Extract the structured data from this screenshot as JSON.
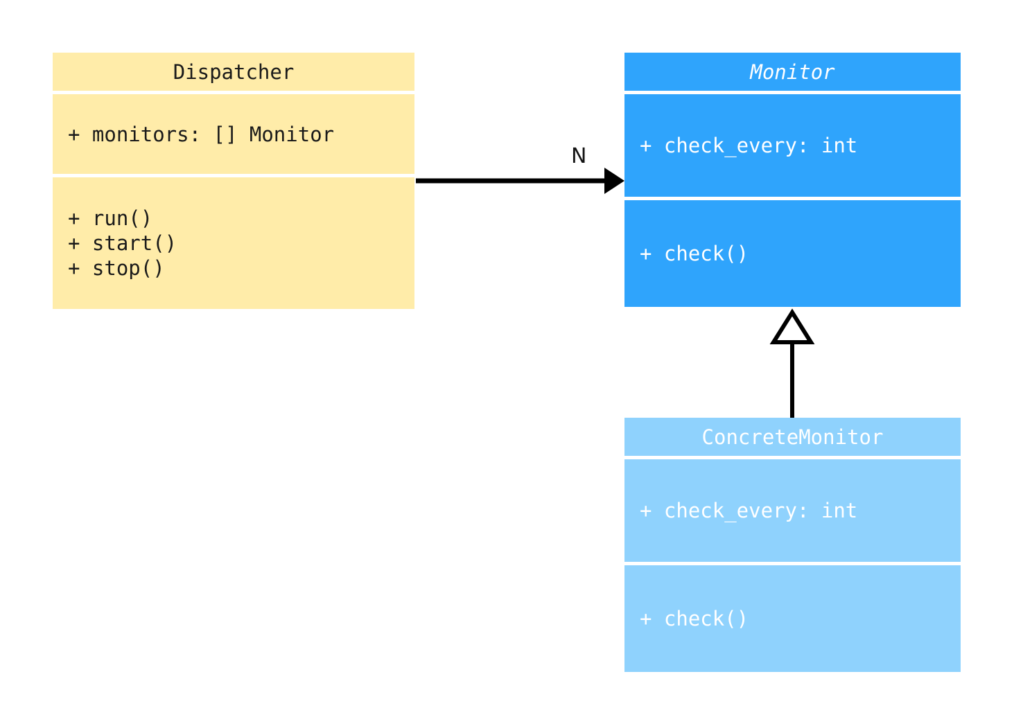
{
  "diagram": {
    "kind": "uml-class-diagram",
    "background_color": "#ffffff",
    "classes": [
      {
        "id": "dispatcher",
        "name": "Dispatcher",
        "abstract": false,
        "fill_color": "#ffeca9",
        "text_color": "#1a1a1a",
        "attributes": [
          "+ monitors: [] Monitor"
        ],
        "methods": [
          "+ run()",
          "+ start()",
          "+ stop()"
        ]
      },
      {
        "id": "monitor",
        "name": "Monitor",
        "abstract": true,
        "fill_color": "#2fa4fc",
        "text_color": "#ffffff",
        "attributes": [
          "+ check_every: int"
        ],
        "methods": [
          "+ check()"
        ]
      },
      {
        "id": "concrete_monitor",
        "name": "ConcreteMonitor",
        "abstract": false,
        "fill_color": "#8fd2fd",
        "text_color": "#ffffff",
        "attributes": [
          "+ check_every: int"
        ],
        "methods": [
          "+ check()"
        ]
      }
    ],
    "relationships": [
      {
        "id": "dispatcher-to-monitor",
        "type": "association",
        "from": "Dispatcher",
        "to": "Monitor",
        "multiplicity_label": "N",
        "arrow_style": "solid-filled-arrowhead",
        "line_color": "#000000"
      },
      {
        "id": "concrete-monitor-to-monitor",
        "type": "generalization",
        "from": "ConcreteMonitor",
        "to": "Monitor",
        "multiplicity_label": "",
        "arrow_style": "solid-hollow-triangle",
        "line_color": "#000000"
      }
    ]
  }
}
